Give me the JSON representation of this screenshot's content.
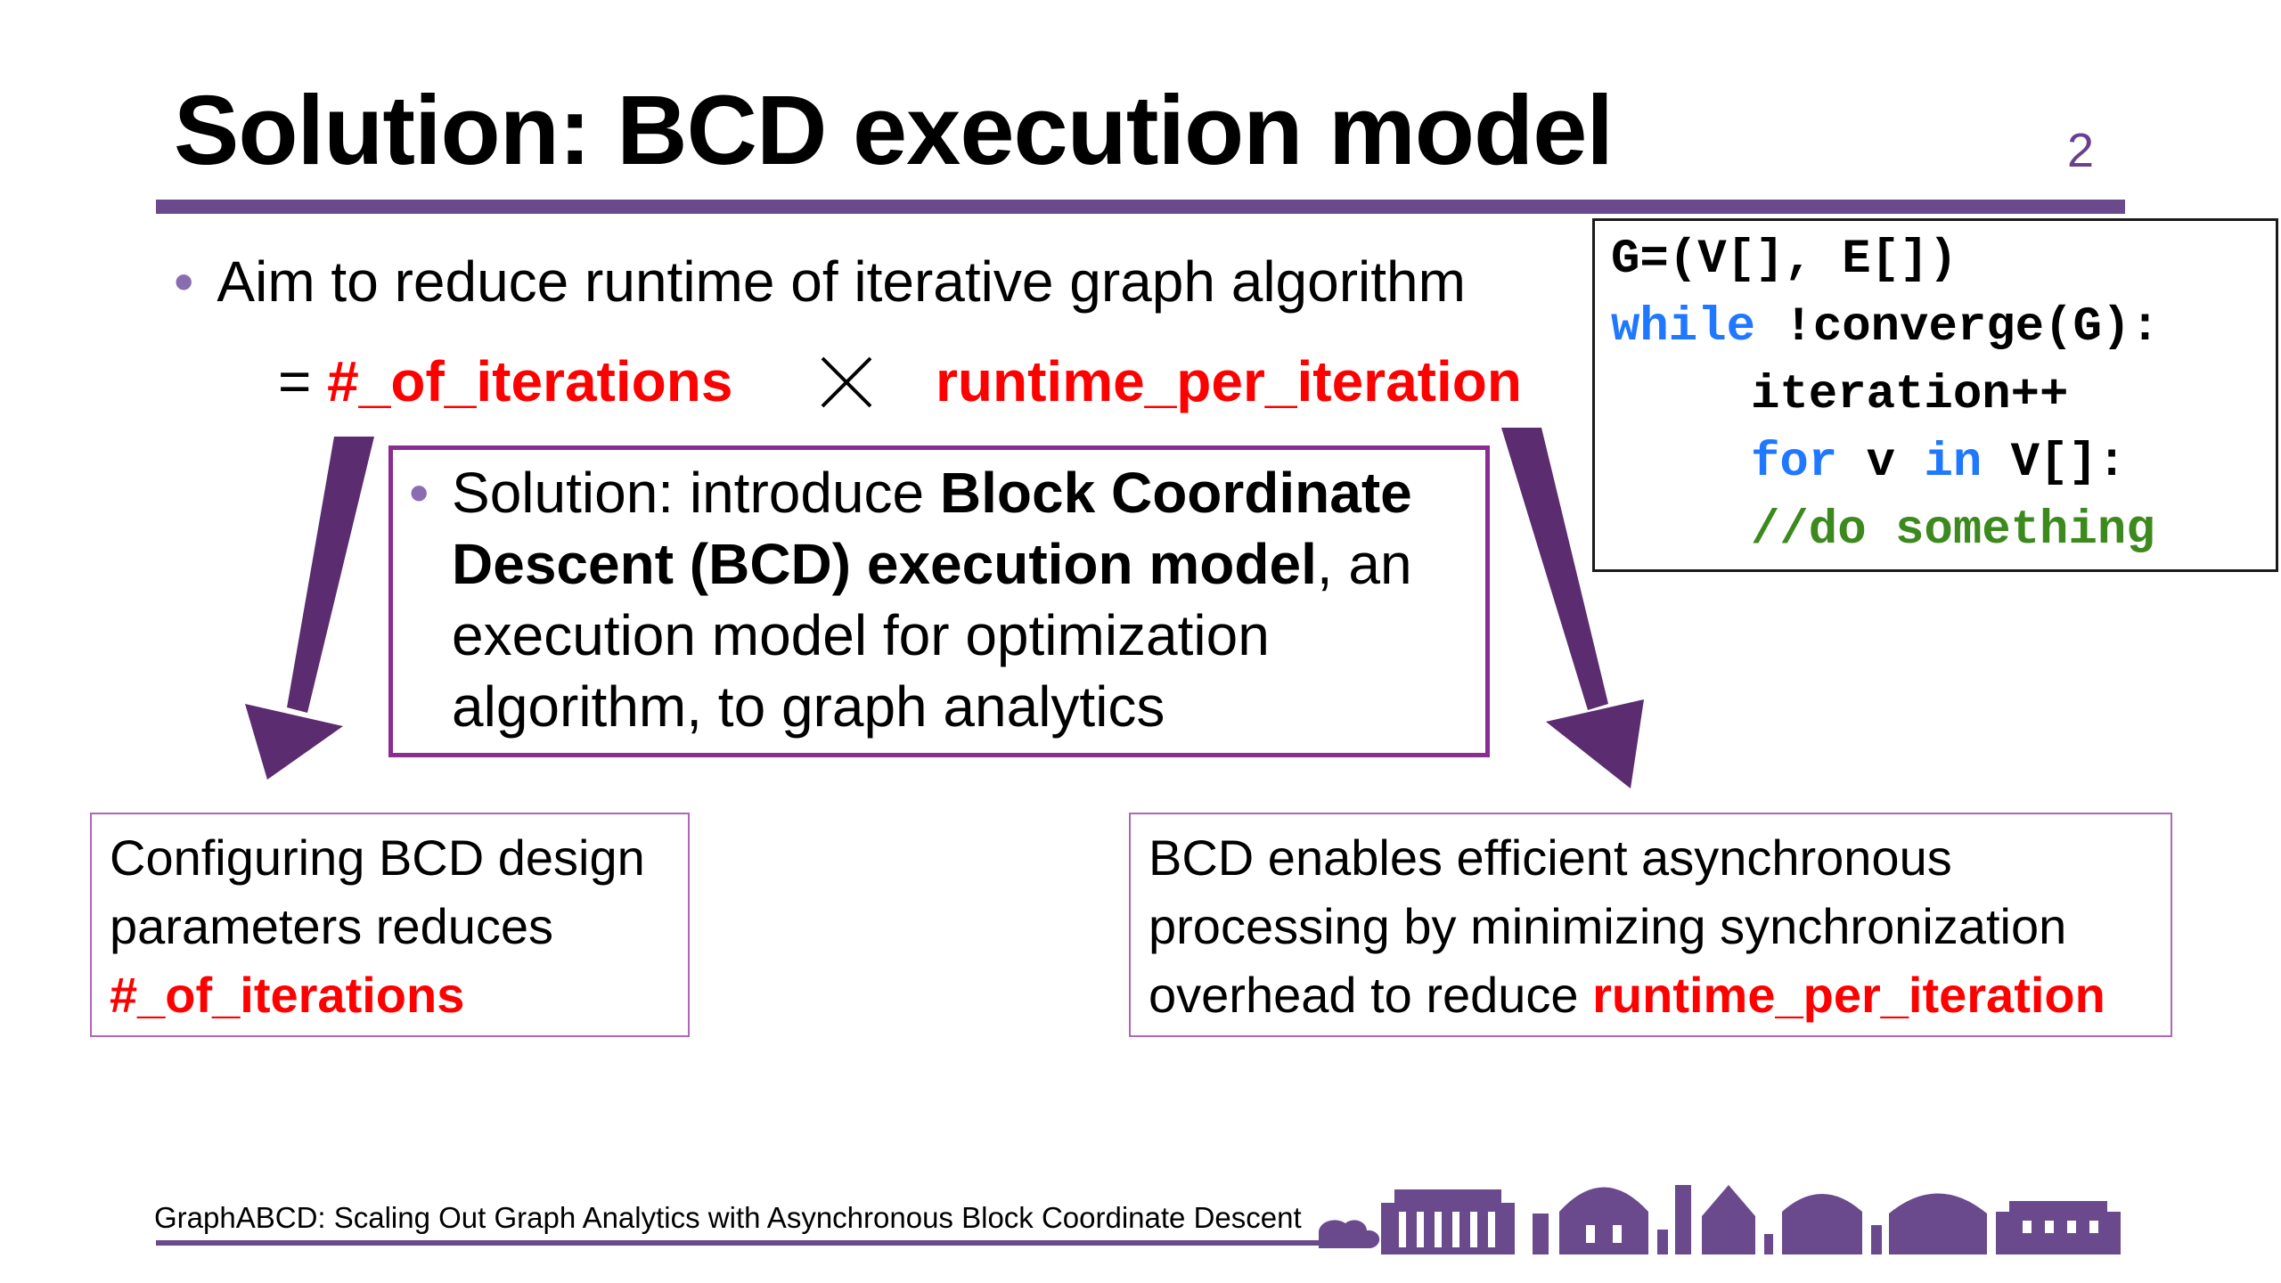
{
  "slide": {
    "title": "Solution: BCD execution model",
    "number": "2",
    "bullet_aim": "Aim to reduce runtime of iterative graph algorithm",
    "formula": {
      "equals": "=",
      "term1": "#_of_iterations",
      "times_symbol": "×",
      "term2": "runtime_per_iteration"
    },
    "solution_box": {
      "line1_plain": "Solution: introduce ",
      "line1_bold": "Block Coordinate",
      "line2_bold": "Descent (BCD) execution model",
      "line2_plain": ", an",
      "line3": "execution model for optimization",
      "line4": "algorithm, to graph analytics"
    },
    "left_box": {
      "line1": "Configuring BCD design",
      "line2": "parameters reduces",
      "line3": "#_of_iterations"
    },
    "right_box": {
      "line1": "BCD enables efficient asynchronous",
      "line2": "processing by minimizing synchronization",
      "line3_plain": "overhead to reduce ",
      "line3_red": "runtime_per_iteration"
    },
    "code": {
      "line1": "G=(V[], E[])",
      "line2_kw": "while",
      "line2_rest": " !converge(G):",
      "line3": "iteration++",
      "line4_kw1": "for",
      "line4_mid": " v ",
      "line4_kw2": "in",
      "line4_rest": " V[]:",
      "line5": "//do something"
    },
    "footer": "GraphABCD: Scaling Out Graph Analytics with Asynchronous Block Coordinate Descent"
  },
  "colors": {
    "accent_purple": "#6a4a8c",
    "box_border": "#8b2c91",
    "highlight_red": "#ff0000",
    "code_keyword": "#1f78ff",
    "code_comment": "#3c8a1e"
  }
}
